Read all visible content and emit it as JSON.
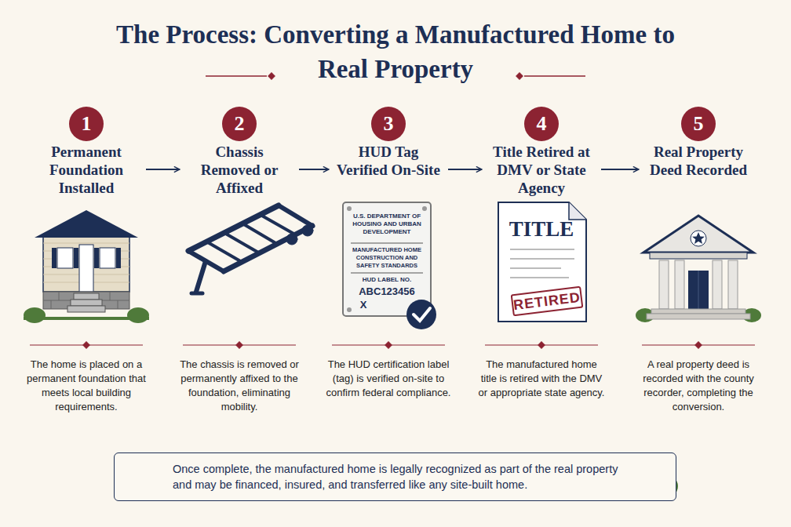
{
  "diagram": {
    "title": "The Process: Converting a Manufactured Home to Real Property",
    "nodes": [
      {
        "text": [
          "1",
          "Permanent Foundation Installed",
          "The home is placed on a permanent foundation that meets local building requirements."
        ]
      },
      {
        "text": [
          "2",
          "Chassis Removed or Affixed",
          "The chassis is removed or permanently affixed to the foundation, eliminating mobility."
        ]
      },
      {
        "text": [
          "3",
          "HUD Tag Verified On-Site",
          "The HUD certification label (tag) is verified on-site to confirm federal compliance."
        ]
      },
      {
        "text": [
          "4",
          "Title Retired at DMV or State Agency",
          "The manufactured home title is retired with the DMV or appropriate state agency."
        ]
      },
      {
        "text": [
          "5",
          "Real Property Deed Recorded",
          "A real property deed is recorded with the county recorder, completing the conversion."
        ]
      },
      {
        "text": [
          "Once complete, the manufactured home is legally recognized as part of the real property and may be financed, insured, and transferred like any site-built home."
        ]
      }
    ],
    "edges": [
      {
        "from": 0,
        "to": 1,
        "arrow": "to"
      },
      {
        "from": 1,
        "to": 2,
        "arrow": "to"
      },
      {
        "from": 2,
        "to": 3,
        "arrow": "to"
      },
      {
        "from": 3,
        "to": 4,
        "arrow": "to"
      }
    ],
    "labels": [
      "U.S. DEPARTMENT OF HOUSING AND URBAN DEVELOPMENT",
      "MANUFACTURED HOME CONSTRUCTION AND SAFETY STANDARDS",
      "HUD LABEL NO.",
      "ABC123456",
      "X",
      "TITLE",
      "RETIRED"
    ]
  }
}
